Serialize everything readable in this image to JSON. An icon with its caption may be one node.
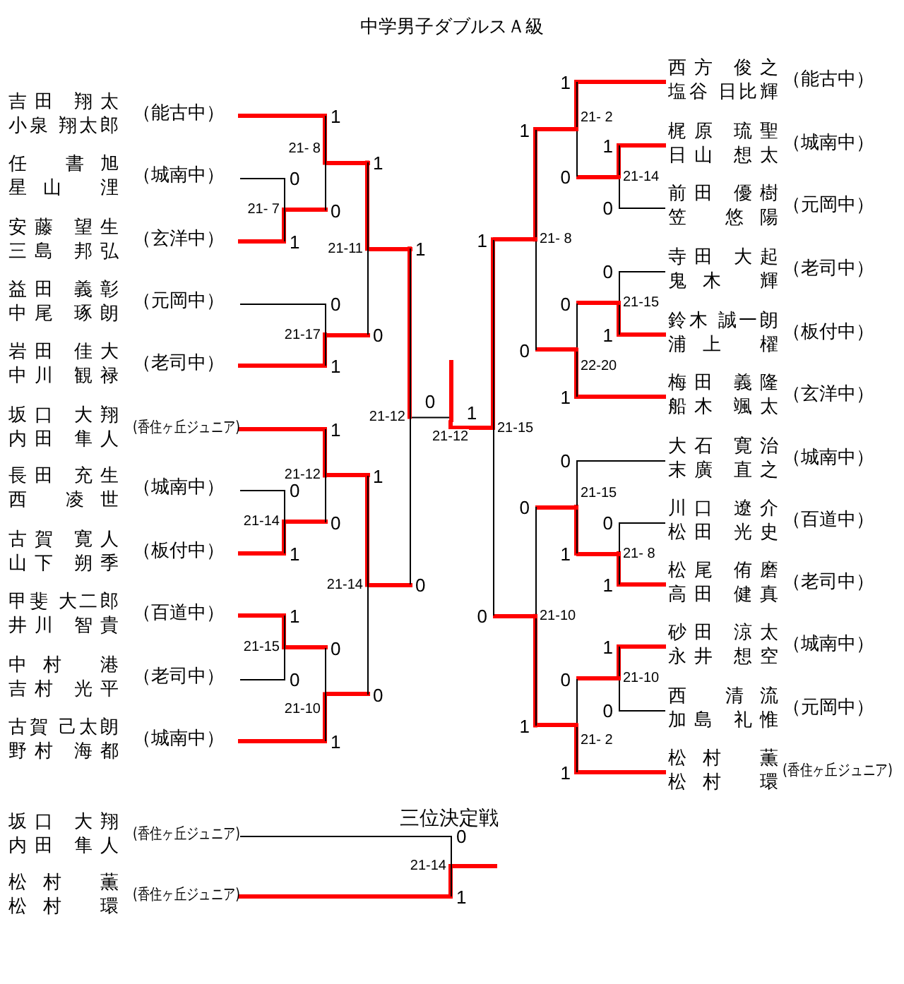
{
  "diagram": {
    "title": "中学男子ダブルスＡ級",
    "nodes": [
      {
        "text": [
          "吉田 翔太",
          "小泉 翔太郎"
        ],
        "beside": [
          "（能古中）"
        ]
      },
      {
        "text": [
          "任 書旭",
          "星山 浬"
        ],
        "beside": [
          "（城南中）"
        ]
      },
      {
        "text": [
          "安藤 望生",
          "三島 邦弘"
        ],
        "beside": [
          "（玄洋中）"
        ]
      },
      {
        "text": [
          "益田 義彰",
          "中尾 琢朗"
        ],
        "beside": [
          "（元岡中）"
        ]
      },
      {
        "text": [
          "岩田 佳大",
          "中川 観禄"
        ],
        "beside": [
          "（老司中）"
        ]
      },
      {
        "text": [
          "坂口 大翔",
          "内田 隼人"
        ],
        "beside": [
          "(香住ヶ丘ジュニア)"
        ]
      },
      {
        "text": [
          "長田 充生",
          "西 凌世"
        ],
        "beside": [
          "（城南中）"
        ]
      },
      {
        "text": [
          "古賀 寛人",
          "山下 朔季"
        ],
        "beside": [
          "（板付中）"
        ]
      },
      {
        "text": [
          "甲斐 大二郎",
          "井川 智貴"
        ],
        "beside": [
          "（百道中）"
        ]
      },
      {
        "text": [
          "中村 港",
          "吉村 光平"
        ],
        "beside": [
          "（老司中）"
        ]
      },
      {
        "text": [
          "古賀 己太朗",
          "野村 海都"
        ],
        "beside": [
          "（城南中）"
        ]
      },
      {
        "text": [
          "西方 俊之",
          "塩谷 日比輝"
        ],
        "beside": [
          "（能古中）"
        ]
      },
      {
        "text": [
          "梶原 琉聖",
          "日山 想太"
        ],
        "beside": [
          "（城南中）"
        ]
      },
      {
        "text": [
          "前田 優樹",
          "笠 悠陽"
        ],
        "beside": [
          "（元岡中）"
        ]
      },
      {
        "text": [
          "寺田 大起",
          "鬼木 輝"
        ],
        "beside": [
          "（老司中）"
        ]
      },
      {
        "text": [
          "鈴木 誠一朗",
          "浦上 櫂"
        ],
        "beside": [
          "（板付中）"
        ]
      },
      {
        "text": [
          "梅田 義隆",
          "船木 颯太"
        ],
        "beside": [
          "（玄洋中）"
        ]
      },
      {
        "text": [
          "大石 寛治",
          "末廣 直之"
        ],
        "beside": [
          "（城南中）"
        ]
      },
      {
        "text": [
          "川口 遼介",
          "松田 光史"
        ],
        "beside": [
          "（百道中）"
        ]
      },
      {
        "text": [
          "松尾 侑磨",
          "高田 健真"
        ],
        "beside": [
          "（老司中）"
        ]
      },
      {
        "text": [
          "砂田 涼太",
          "永井 想空"
        ],
        "beside": [
          "（城南中）"
        ]
      },
      {
        "text": [
          "西 清流",
          "加島 礼惟"
        ],
        "beside": [
          "（元岡中）"
        ]
      },
      {
        "text": [
          "松村 薫",
          "松村 環"
        ],
        "beside": [
          "(香住ヶ丘ジュニア)"
        ]
      },
      {
        "text": [
          "坂口 大翔",
          "内田 隼人"
        ],
        "beside": [
          "(香住ヶ丘ジュニア)"
        ]
      },
      {
        "text": [
          "松村 薫",
          "松村 環"
        ],
        "beside": [
          "(香住ヶ丘ジュニア)"
        ]
      },
      {
        "text": [],
        "shape": "bar",
        "beside": [
          "21- 7"
        ]
      },
      {
        "text": [],
        "shape": "bar",
        "beside": [
          "21- 8"
        ]
      },
      {
        "text": [],
        "shape": "bar",
        "beside": [
          "21-17"
        ]
      },
      {
        "text": [],
        "shape": "bar",
        "beside": [
          "21-11"
        ]
      },
      {
        "text": [],
        "shape": "bar",
        "beside": [
          "21-14"
        ]
      },
      {
        "text": [],
        "shape": "bar",
        "beside": [
          "21-12"
        ]
      },
      {
        "text": [],
        "shape": "bar",
        "beside": [
          "21-15"
        ]
      },
      {
        "text": [],
        "shape": "bar",
        "beside": [
          "21-10"
        ]
      },
      {
        "text": [],
        "shape": "bar",
        "beside": [
          "21-14"
        ]
      },
      {
        "text": [],
        "shape": "bar",
        "beside": [
          "21-12"
        ]
      },
      {
        "text": [],
        "shape": "bar",
        "beside": [
          "21-12"
        ]
      },
      {
        "text": [],
        "shape": "bar",
        "beside": [
          "21-14"
        ]
      },
      {
        "text": [],
        "shape": "bar",
        "beside": [
          "21- 2"
        ]
      },
      {
        "text": [],
        "shape": "bar",
        "beside": [
          "21-15"
        ]
      },
      {
        "text": [],
        "shape": "bar",
        "beside": [
          "22-20"
        ]
      },
      {
        "text": [],
        "shape": "bar",
        "beside": [
          "21- 8"
        ]
      },
      {
        "text": [],
        "shape": "bar",
        "beside": [
          "21- 8"
        ]
      },
      {
        "text": [],
        "shape": "bar",
        "beside": [
          "21-15"
        ]
      },
      {
        "text": [],
        "shape": "bar",
        "beside": [
          "21-10"
        ]
      },
      {
        "text": [],
        "shape": "bar",
        "beside": [
          "21- 2"
        ]
      },
      {
        "text": [],
        "shape": "bar",
        "beside": [
          "21-10"
        ]
      },
      {
        "text": [],
        "shape": "bar",
        "beside": [
          "21-15"
        ]
      },
      {
        "text": [],
        "shape": "bar",
        "beside": [
          "21-14"
        ]
      }
    ],
    "edges": [
      {
        "from": 1,
        "to": 25,
        "arrow": "none",
        "label": "0"
      },
      {
        "from": 2,
        "to": 25,
        "arrow": "none",
        "label": "1",
        "style": "thick",
        "color": "#ff0000"
      },
      {
        "from": 0,
        "to": 26,
        "arrow": "none",
        "label": "1",
        "style": "thick",
        "color": "#ff0000"
      },
      {
        "from": 25,
        "to": 26,
        "arrow": "none",
        "label": "0"
      },
      {
        "from": 3,
        "to": 27,
        "arrow": "none",
        "label": "0"
      },
      {
        "from": 4,
        "to": 27,
        "arrow": "none",
        "label": "1",
        "style": "thick",
        "color": "#ff0000"
      },
      {
        "from": 26,
        "to": 28,
        "arrow": "none",
        "label": "1",
        "style": "thick",
        "color": "#ff0000"
      },
      {
        "from": 27,
        "to": 28,
        "arrow": "none",
        "label": "0"
      },
      {
        "from": 6,
        "to": 29,
        "arrow": "none",
        "label": "0"
      },
      {
        "from": 7,
        "to": 29,
        "arrow": "none",
        "label": "1",
        "style": "thick",
        "color": "#ff0000"
      },
      {
        "from": 5,
        "to": 30,
        "arrow": "none",
        "label": "1",
        "style": "thick",
        "color": "#ff0000"
      },
      {
        "from": 29,
        "to": 30,
        "arrow": "none",
        "label": "0"
      },
      {
        "from": 8,
        "to": 31,
        "arrow": "none",
        "label": "1",
        "style": "thick",
        "color": "#ff0000"
      },
      {
        "from": 9,
        "to": 31,
        "arrow": "none",
        "label": "0"
      },
      {
        "from": 31,
        "to": 32,
        "arrow": "none",
        "label": "0"
      },
      {
        "from": 10,
        "to": 32,
        "arrow": "none",
        "label": "1",
        "style": "thick",
        "color": "#ff0000"
      },
      {
        "from": 30,
        "to": 33,
        "arrow": "none",
        "label": "1",
        "style": "thick",
        "color": "#ff0000"
      },
      {
        "from": 32,
        "to": 33,
        "arrow": "none",
        "label": "0"
      },
      {
        "from": 28,
        "to": 34,
        "arrow": "none",
        "label": "1",
        "style": "thick",
        "color": "#ff0000"
      },
      {
        "from": 33,
        "to": 34,
        "arrow": "none",
        "label": "0"
      },
      {
        "from": 34,
        "to": 35,
        "arrow": "none",
        "label": "0"
      },
      {
        "from": 46,
        "to": 35,
        "arrow": "none",
        "label": "1",
        "style": "thick",
        "color": "#ff0000"
      },
      {
        "from": 12,
        "to": 36,
        "arrow": "none",
        "label": "1",
        "style": "thick",
        "color": "#ff0000"
      },
      {
        "from": 13,
        "to": 36,
        "arrow": "none",
        "label": "0"
      },
      {
        "from": 11,
        "to": 37,
        "arrow": "none",
        "label": "1",
        "style": "thick",
        "color": "#ff0000"
      },
      {
        "from": 36,
        "to": 37,
        "arrow": "none",
        "label": "0"
      },
      {
        "from": 14,
        "to": 38,
        "arrow": "none",
        "label": "0"
      },
      {
        "from": 15,
        "to": 38,
        "arrow": "none",
        "label": "1",
        "style": "thick",
        "color": "#ff0000"
      },
      {
        "from": 38,
        "to": 39,
        "arrow": "none",
        "label": "0"
      },
      {
        "from": 16,
        "to": 39,
        "arrow": "none",
        "label": "1",
        "style": "thick",
        "color": "#ff0000"
      },
      {
        "from": 37,
        "to": 40,
        "arrow": "none",
        "label": "1",
        "style": "thick",
        "color": "#ff0000"
      },
      {
        "from": 39,
        "to": 40,
        "arrow": "none",
        "label": "0"
      },
      {
        "from": 18,
        "to": 41,
        "arrow": "none",
        "label": "0"
      },
      {
        "from": 19,
        "to": 41,
        "arrow": "none",
        "label": "1",
        "style": "thick",
        "color": "#ff0000"
      },
      {
        "from": 17,
        "to": 42,
        "arrow": "none",
        "label": "0"
      },
      {
        "from": 41,
        "to": 42,
        "arrow": "none",
        "label": "1",
        "style": "thick",
        "color": "#ff0000"
      },
      {
        "from": 20,
        "to": 43,
        "arrow": "none",
        "label": "1",
        "style": "thick",
        "color": "#ff0000"
      },
      {
        "from": 21,
        "to": 43,
        "arrow": "none",
        "label": "0"
      },
      {
        "from": 43,
        "to": 44,
        "arrow": "none",
        "label": "0"
      },
      {
        "from": 22,
        "to": 44,
        "arrow": "none",
        "label": "1",
        "style": "thick",
        "color": "#ff0000"
      },
      {
        "from": 42,
        "to": 45,
        "arrow": "none",
        "label": "0"
      },
      {
        "from": 44,
        "to": 45,
        "arrow": "none",
        "label": "1",
        "style": "thick",
        "color": "#ff0000"
      },
      {
        "from": 40,
        "to": 46,
        "arrow": "none",
        "label": "1",
        "style": "thick",
        "color": "#ff0000"
      },
      {
        "from": 45,
        "to": 46,
        "arrow": "none",
        "label": "0"
      },
      {
        "from": 23,
        "to": 47,
        "arrow": "none",
        "label": "0"
      },
      {
        "from": 24,
        "to": 47,
        "arrow": "none",
        "label": "1",
        "style": "thick",
        "color": "#ff0000"
      }
    ],
    "labels": [
      "三位決定戦"
    ]
  }
}
